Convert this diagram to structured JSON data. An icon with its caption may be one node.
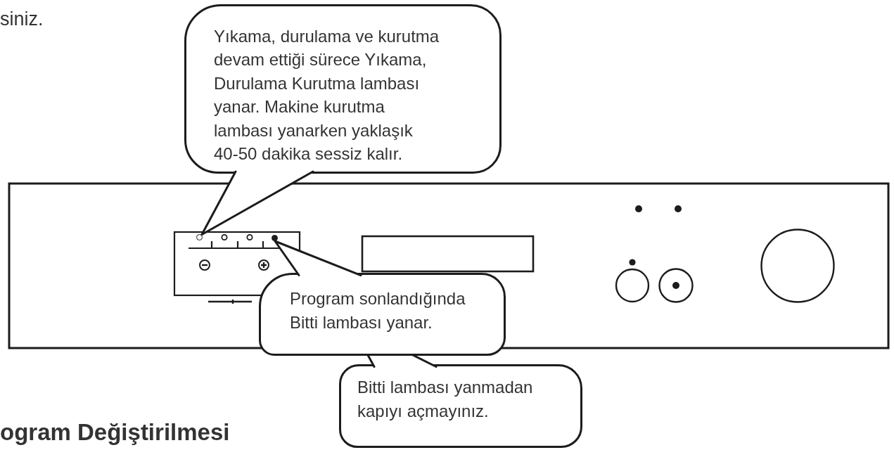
{
  "diagram": {
    "nodes": [
      {
        "text": [
          "Yıkama, durulama ve kurutma devam ettiği sürece Yıkama, Durulama Kurutma lambası yanar. Makine kurutma lambası yanarken yaklaşık 40-50 dakika sessiz kalır."
        ]
      },
      {
        "text": [],
        "shape": "circle"
      },
      {
        "text": [],
        "shape": "circle"
      },
      {
        "text": [
          "Program sonlandığında Bitti lambası yanar."
        ]
      },
      {
        "text": [
          "Bitti lambası yanmadan kapıyı açmayınız."
        ]
      }
    ],
    "edges": [
      {
        "from": 0,
        "to": 1,
        "arrow": "none"
      },
      {
        "from": 3,
        "to": 2,
        "arrow": "none"
      },
      {
        "from": 4,
        "to": 3,
        "arrow": "none"
      }
    ],
    "labels": [
      "siniz.",
      "ogram Değiştirilmesi"
    ]
  }
}
